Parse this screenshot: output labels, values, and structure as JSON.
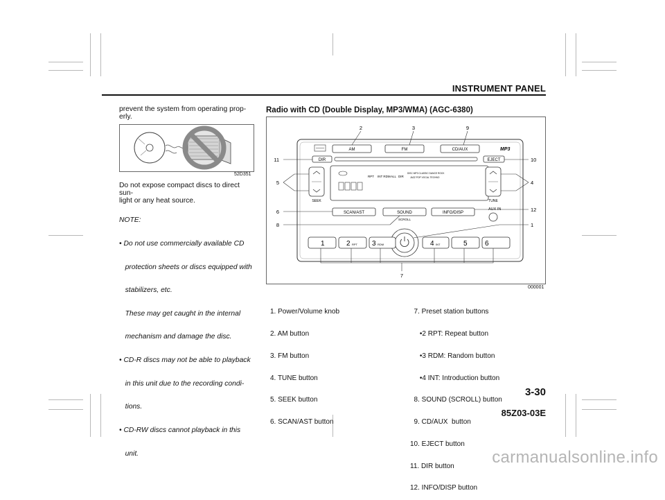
{
  "header": {
    "section_title": "INSTRUMENT PANEL",
    "page_number": "3-30",
    "doc_code": "85Z03-03E"
  },
  "left_column": {
    "intro": [
      "prevent the system from operating prop-",
      "erly."
    ],
    "figure_code": "52D351",
    "warning": [
      "Do not expose compact discs to direct sun-",
      "light or any heat source."
    ],
    "note_label": "NOTE:",
    "note_lines": [
      "• Do not use commercially available CD",
      "   protection sheets or discs equipped with",
      "   stabilizers, etc.",
      "   These may get caught in the internal",
      "   mechanism and damage the disc.",
      "• CD-R discs may not be able to playback",
      "   in this unit due to the recording condi-",
      "   tions.",
      "• CD-RW discs cannot playback in this",
      "   unit."
    ]
  },
  "right_column": {
    "title": "Radio with CD (Double Display, MP3/WMA)  (AGC-6380)",
    "figure_code": "000001",
    "radio": {
      "buttons": {
        "am": "AM",
        "fm": "FM",
        "cdaux": "CD/AUX",
        "dir": "DIR",
        "eject": "EJECT",
        "scan": "SCAN/AST",
        "sound": "SOUND",
        "info": "INFO/DISP",
        "aux_in": "AUX IN",
        "seek": "SEEK",
        "tune": "TUNE",
        "scroll": "SCROLL",
        "mp3_logo": "MP3"
      },
      "display_row": [
        "RPT",
        "INT RDM",
        "ALL",
        "DIR"
      ],
      "display_genres_1": "DISC MP3 CLASSIC DANCE ROCK",
      "display_genres_2": "JAZZ POP VOCAL TECHNO",
      "presets": [
        {
          "num": "1",
          "sub": ""
        },
        {
          "num": "2",
          "sub": "RPT"
        },
        {
          "num": "3",
          "sub": "RDM"
        },
        {
          "num": "4",
          "sub": "INT"
        },
        {
          "num": "5",
          "sub": ""
        },
        {
          "num": "6",
          "sub": ""
        }
      ],
      "callouts": {
        "c1": "1",
        "c2": "2",
        "c3": "3",
        "c4": "4",
        "c5": "5",
        "c6": "6",
        "c7": "7",
        "c8": "8",
        "c9": "9",
        "c10": "10",
        "c11": "11",
        "c12": "12"
      }
    },
    "legend_left": [
      "1. Power/Volume knob",
      "2. AM button",
      "3. FM button",
      "4. TUNE button",
      "5. SEEK button",
      "6. SCAN/AST button"
    ],
    "legend_right": [
      "  7. Preset station buttons",
      "     •2 RPT: Repeat button",
      "     •3 RDM: Random button",
      "     •4 INT: Introduction button",
      "  8. SOUND (SCROLL) button",
      "  9. CD/AUX  button",
      "10. EJECT button",
      "11. DIR button",
      "12. INFO/DISP button"
    ]
  }
}
